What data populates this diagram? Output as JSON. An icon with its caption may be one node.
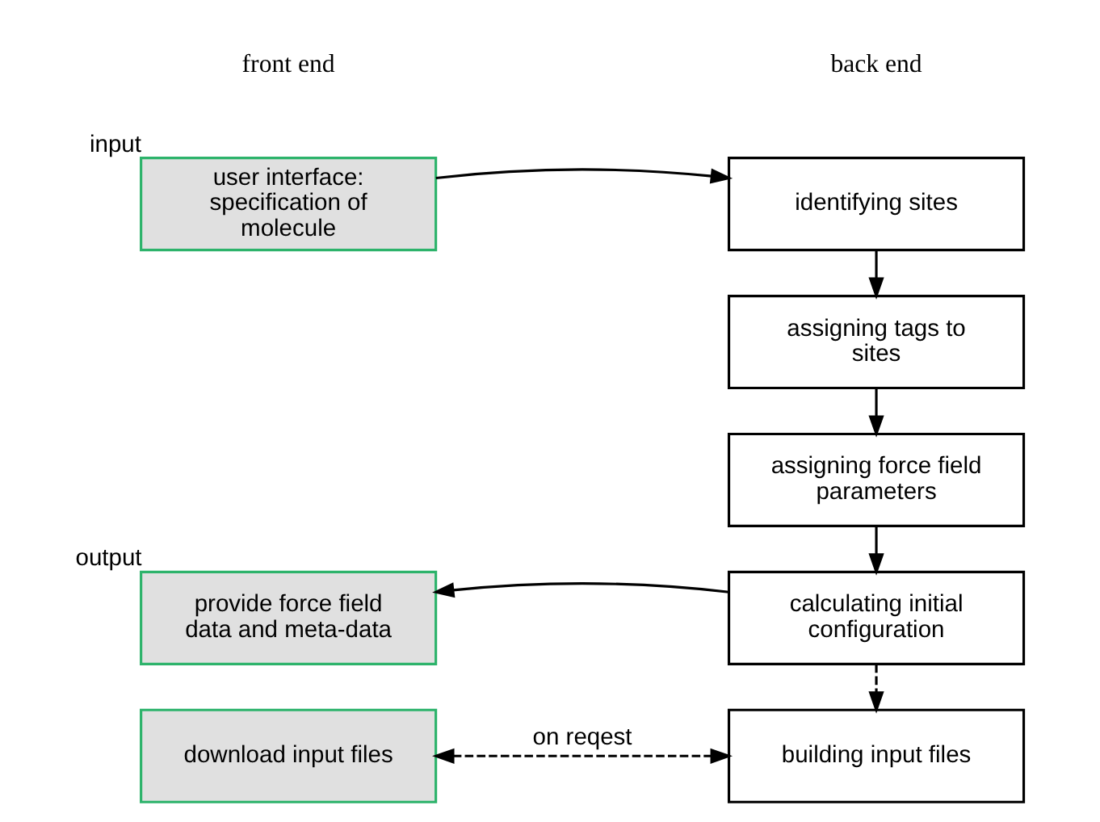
{
  "diagram": {
    "nodes": [
      {
        "text": [
          "user interface: specification of molecule"
        ],
        "beside": [
          "input"
        ]
      },
      {
        "text": [
          "identifying sites"
        ]
      },
      {
        "text": [
          "assigning tags to sites"
        ]
      },
      {
        "text": [
          "assigning force field parameters"
        ]
      },
      {
        "text": [
          "calculating initial configuration"
        ]
      },
      {
        "text": [
          "provide force field data and meta-data"
        ],
        "beside": [
          "output"
        ]
      },
      {
        "text": [
          "building input files"
        ]
      },
      {
        "text": [
          "download input files"
        ]
      }
    ],
    "edges": [
      {
        "from": 0,
        "to": 1,
        "arrow": "to"
      },
      {
        "from": 1,
        "to": 2,
        "arrow": "to"
      },
      {
        "from": 2,
        "to": 3,
        "arrow": "to"
      },
      {
        "from": 3,
        "to": 4,
        "arrow": "to"
      },
      {
        "from": 4,
        "to": 5,
        "arrow": "to"
      },
      {
        "from": 4,
        "to": 6,
        "arrow": "to",
        "style": "dashed"
      },
      {
        "from": 7,
        "to": 6,
        "arrow": "both",
        "style": "dashed",
        "label": "on reqest"
      }
    ],
    "labels": [
      "front end",
      "back end"
    ]
  }
}
